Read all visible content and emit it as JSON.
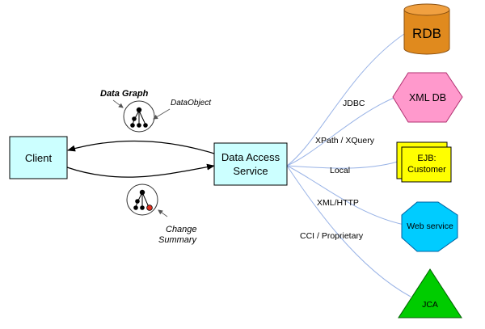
{
  "nodes": {
    "client": "Client",
    "das_line1": "Data Access",
    "das_line2": "Service",
    "rdb": "RDB",
    "xmldb": "XML DB",
    "ejb_line1": "EJB:",
    "ejb_line2": "Customer",
    "webservice": "Web service",
    "jca": "JCA"
  },
  "edges": {
    "jdbc": "JDBC",
    "xpath": "XPath  / XQuery",
    "local": "Local",
    "xmlhttp": "XML/HTTP",
    "cci": "CCI / Proprietary"
  },
  "annotations": {
    "data_graph": "Data Graph",
    "data_object": "DataObject",
    "change_line1": "Change",
    "change_line2": "Summary"
  },
  "colors": {
    "client_fill": "#ccffff",
    "das_fill": "#ccffff",
    "rdb_fill": "#e08a1e",
    "xmldb_fill": "#ff99cc",
    "ejb_fill": "#ffff00",
    "webservice_fill": "#00ccff",
    "jca_fill": "#00cc00",
    "connector_line": "#99b3e6",
    "change_dot": "#e03020"
  },
  "icons": {
    "data_graph": "tree-graph-icon",
    "change_summary": "tree-graph-changed-icon"
  }
}
